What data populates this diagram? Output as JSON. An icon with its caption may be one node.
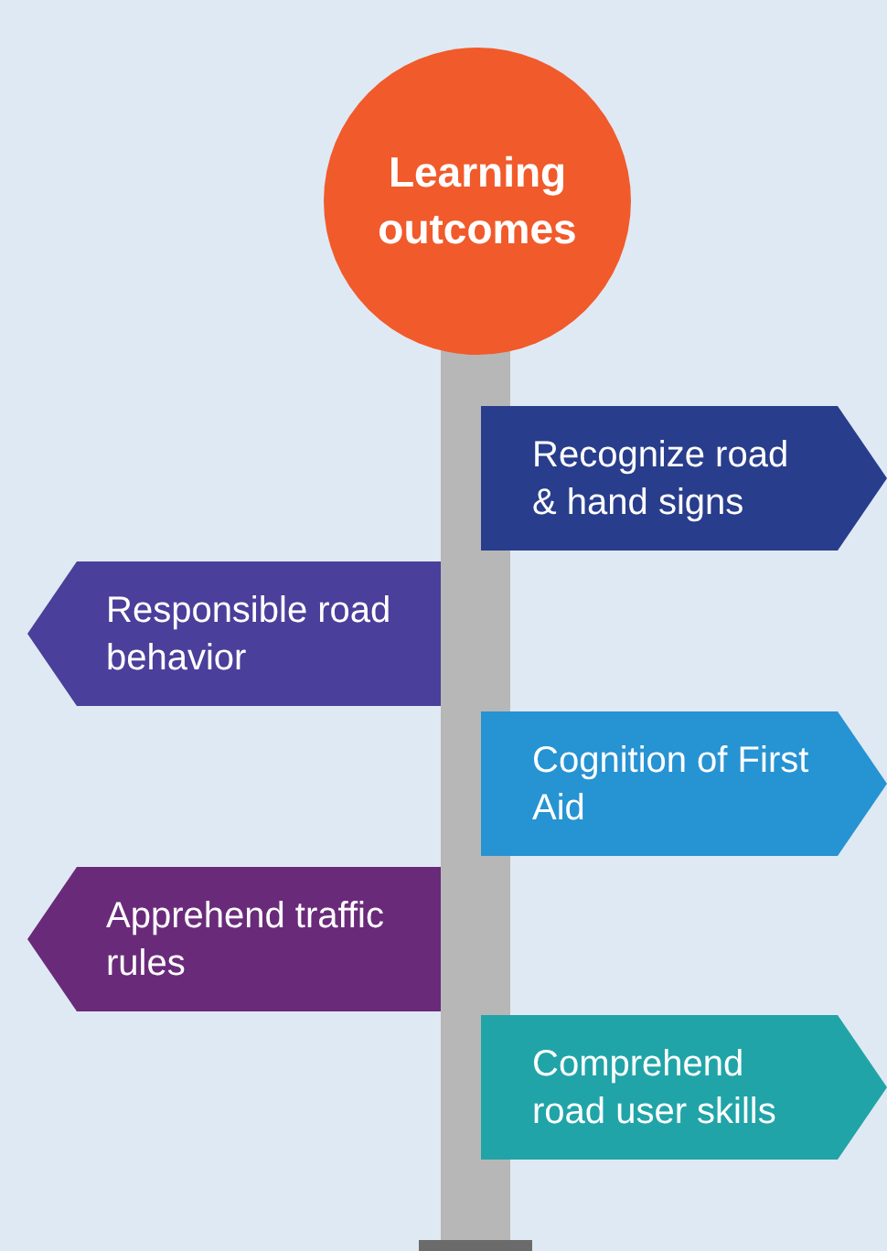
{
  "diagram": {
    "nodes": [
      {
        "text": [
          "Learning outcomes"
        ]
      },
      {
        "text": [
          "Recognize road & hand signs"
        ]
      },
      {
        "text": [
          "Responsible road behavior"
        ]
      },
      {
        "text": [
          "Cognition of First Aid"
        ]
      },
      {
        "text": [
          "Apprehend traffic rules"
        ]
      },
      {
        "text": [
          "Comprehend road user skills"
        ]
      }
    ]
  }
}
